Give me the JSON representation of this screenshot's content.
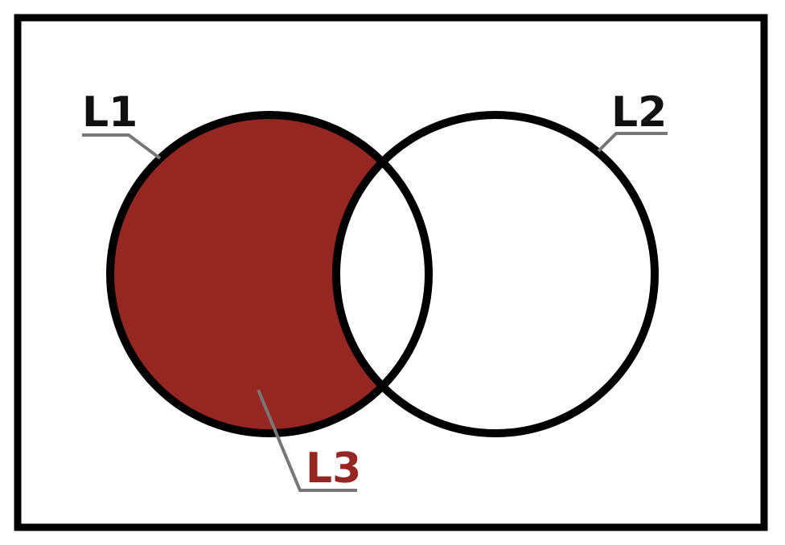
{
  "diagram": {
    "labels": {
      "l1": "L1",
      "l2": "L2",
      "l3": "L3"
    },
    "colors": {
      "fill_l3": "#952622",
      "outline": "#000000",
      "leader": "#777777",
      "text_dark": "#111111",
      "text_l3": "#952622",
      "background": "#ffffff"
    }
  }
}
